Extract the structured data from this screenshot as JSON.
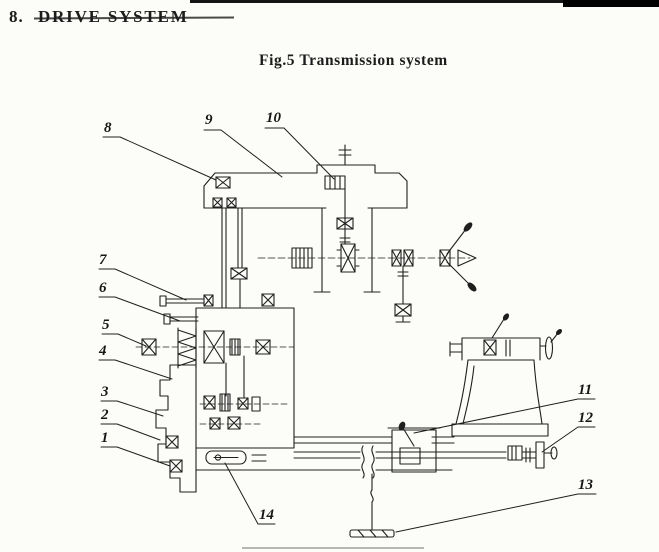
{
  "page": {
    "section_number": "8.",
    "section_title": "DRIVE SYSTEM",
    "figure_caption": "Fig.5 Transmission system"
  },
  "colors": {
    "ink": "#1f1f1f",
    "paper": "#fcfcf8"
  },
  "diagram": {
    "description": "Lathe transmission system line drawing with numbered part callouts",
    "callouts": [
      {
        "label": "1"
      },
      {
        "label": "2"
      },
      {
        "label": "3"
      },
      {
        "label": "4"
      },
      {
        "label": "5"
      },
      {
        "label": "6"
      },
      {
        "label": "7"
      },
      {
        "label": "8"
      },
      {
        "label": "9"
      },
      {
        "label": "10"
      },
      {
        "label": "11"
      },
      {
        "label": "12"
      },
      {
        "label": "13"
      },
      {
        "label": "14"
      }
    ]
  }
}
